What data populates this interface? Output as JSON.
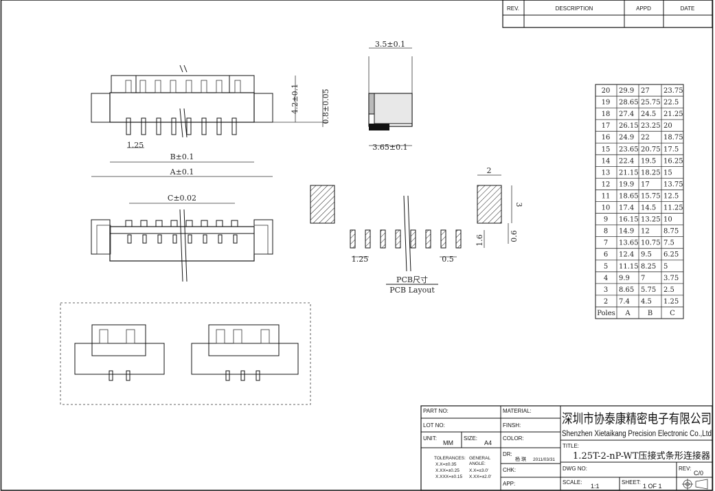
{
  "revision_block": {
    "headers": [
      "REV.",
      "DESCRIPTION",
      "APPD",
      "DATE"
    ]
  },
  "drawing_dims": {
    "pitch_width": "3.5±0.1",
    "height": "4.2±0.1",
    "pin_thickness": "0.8±0.05",
    "side_depth": "3.65±0.1",
    "dim_b": "B±0.1",
    "dim_a": "A±0.1",
    "dim_c": "C±0.02",
    "pitch_small": "1.25",
    "pcb_pad_width": "2",
    "pcb_pad_height": "3",
    "pcb_pin_len": "1.6",
    "pcb_gap": "0.6",
    "pcb_pitch": "1.25",
    "pcb_pin_w": "0.5",
    "pcb_title_cn": "PCB尺寸",
    "pcb_title_en": "PCB Layout"
  },
  "dimension_table": {
    "rows": [
      [
        "20",
        "29.9",
        "27",
        "23.75"
      ],
      [
        "19",
        "28.65",
        "25.75",
        "22.5"
      ],
      [
        "18",
        "27.4",
        "24.5",
        "21.25"
      ],
      [
        "17",
        "26.15",
        "23.25",
        "20"
      ],
      [
        "16",
        "24.9",
        "22",
        "18.75"
      ],
      [
        "15",
        "23.65",
        "20.75",
        "17.5"
      ],
      [
        "14",
        "22.4",
        "19.5",
        "16.25"
      ],
      [
        "13",
        "21.15",
        "18.25",
        "15"
      ],
      [
        "12",
        "19.9",
        "17",
        "13.75"
      ],
      [
        "11",
        "18.65",
        "15.75",
        "12.5"
      ],
      [
        "10",
        "17.4",
        "14.5",
        "11.25"
      ],
      [
        "9",
        "16.15",
        "13.25",
        "10"
      ],
      [
        "8",
        "14.9",
        "12",
        "8.75"
      ],
      [
        "7",
        "13.65",
        "10.75",
        "7.5"
      ],
      [
        "6",
        "12.4",
        "9.5",
        "6.25"
      ],
      [
        "5",
        "11.15",
        "8.25",
        "5"
      ],
      [
        "4",
        "9.9",
        "7",
        "3.75"
      ],
      [
        "3",
        "8.65",
        "5.75",
        "2.5"
      ],
      [
        "2",
        "7.4",
        "4.5",
        "1.25"
      ]
    ],
    "footer": [
      "Poles",
      "A",
      "B",
      "C"
    ]
  },
  "title_block": {
    "part_no_label": "PART NO:",
    "lot_no_label": "LOT NO:",
    "unit_label": "UNIT:",
    "unit_value": "MM",
    "size_label": "SIZE:",
    "size_value": "A4",
    "tolerances_label": "TOLERANCES:",
    "tol_1": "X.X=±0.35",
    "tol_2": "X.XX=±0.25",
    "tol_3": "X.XXX=±0.15",
    "general_label": "GENERAL",
    "angle_label": "ANGLE:",
    "ang_1": "X.X=±3.0'",
    "ang_2": "X.XX=±2.0'",
    "material_label": "MATERIAL:",
    "finish_label": "FINSH:",
    "color_label": "COLOR:",
    "dr_label": "DR:",
    "dr_name": "杨 琪",
    "dr_date": "2011/03/31",
    "chk_label": "CHK:",
    "app_label": "APP:",
    "company_cn": "深圳市协泰康精密电子有限公司",
    "company_en": "Shenzhen Xietaikang Precision Electronic Co.,Ltd",
    "title_label": "TITLE:",
    "title_value": "1.25T-2-nP-WT压接式条形连接器",
    "dwg_no_label": "DWG NO:",
    "rev_label": "REV:",
    "rev_value": "C/0",
    "scale_label": "SCALE:",
    "scale_value": "1:1",
    "sheet_label": "SHEET:",
    "sheet_value": "1 OF 1"
  }
}
